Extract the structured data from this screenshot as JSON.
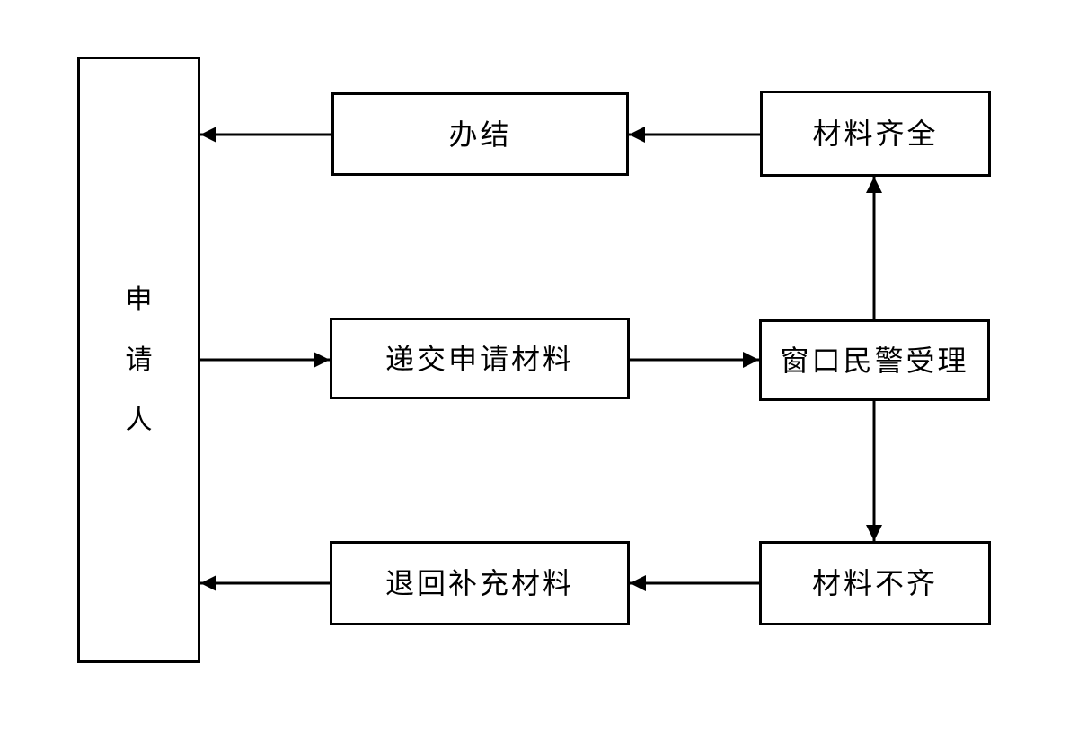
{
  "diagram": {
    "type": "flowchart",
    "background_color": "#ffffff",
    "line_color": "#000000",
    "nodes": [
      {
        "id": "applicant",
        "label": "申请人",
        "orientation": "vertical"
      },
      {
        "id": "complete",
        "label": "办结",
        "orientation": "horizontal"
      },
      {
        "id": "materials-complete",
        "label": "材料齐全",
        "orientation": "horizontal"
      },
      {
        "id": "submit-materials",
        "label": "递交申请材料",
        "orientation": "horizontal"
      },
      {
        "id": "window-police",
        "label": "窗口民警受理",
        "orientation": "horizontal"
      },
      {
        "id": "return-supplement",
        "label": "退回补充材料",
        "orientation": "horizontal"
      },
      {
        "id": "materials-incomplete",
        "label": "材料不齐",
        "orientation": "horizontal"
      }
    ],
    "edges": [
      {
        "from": "materials-complete",
        "to": "complete"
      },
      {
        "from": "complete",
        "to": "applicant"
      },
      {
        "from": "applicant",
        "to": "submit-materials"
      },
      {
        "from": "submit-materials",
        "to": "window-police"
      },
      {
        "from": "window-police",
        "to": "materials-complete"
      },
      {
        "from": "window-police",
        "to": "materials-incomplete"
      },
      {
        "from": "materials-incomplete",
        "to": "return-supplement"
      },
      {
        "from": "return-supplement",
        "to": "applicant"
      }
    ]
  }
}
